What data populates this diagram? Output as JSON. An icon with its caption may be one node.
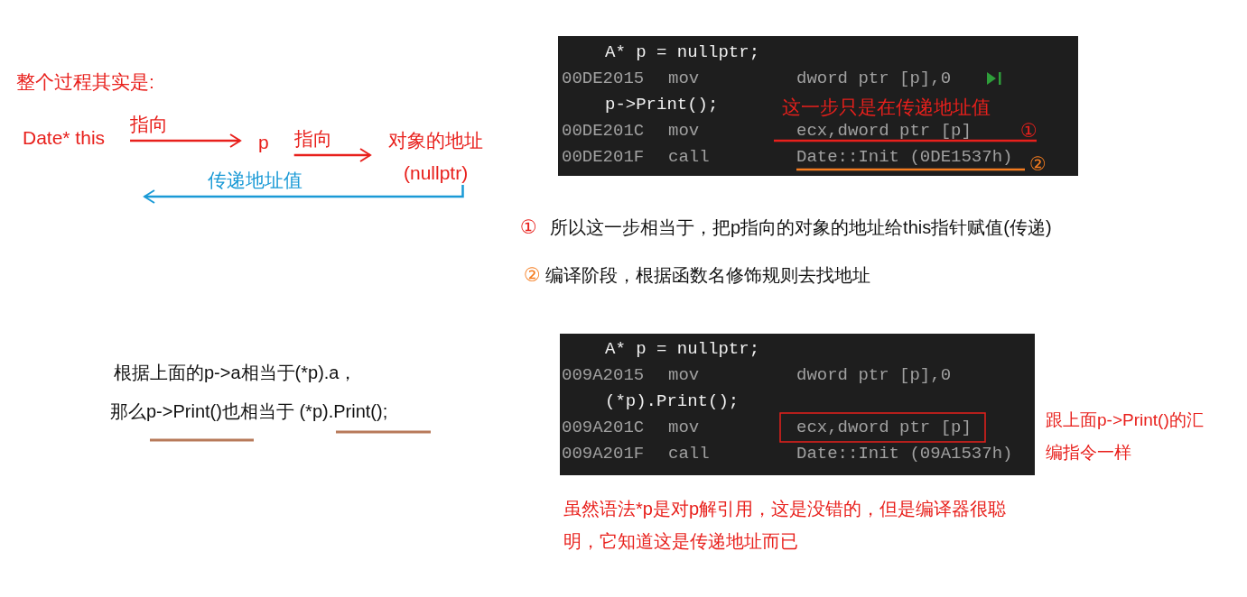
{
  "diagram": {
    "nodes": [
      {
        "text": [
          "Date* this"
        ]
      },
      {
        "text": [
          "p"
        ]
      },
      {
        "text": [
          "对象的地址"
        ],
        "beside": [
          "(nullptr)"
        ]
      }
    ],
    "edges": [
      {
        "from": 0,
        "to": 1,
        "arrow": "to",
        "label": "指向"
      },
      {
        "from": 1,
        "to": 2,
        "arrow": "to",
        "label": "指向"
      },
      {
        "from": 2,
        "to": null,
        "arrow": "to",
        "label": "传递地址值",
        "color": "#1a9ad6"
      }
    ],
    "labels": [
      "整个过程其实是:",
      "A* p = nullptr;",
      "00DE2015",
      "mov",
      "dword ptr [p],0",
      "p->Print();",
      "00DE201C",
      "mov",
      "ecx,dword ptr [p]",
      "00DE201F",
      "call",
      "Date::Init (0DE1537h)",
      "这一步只是在传递地址值",
      "①",
      "②",
      "①",
      "所以这一步相当于，把p指向的对象的地址给this指针赋值(传递)",
      "②",
      "编译阶段，根据函数名修饰规则去找地址",
      "根据上面的p->a相当于(*p).a，",
      "那么p->Print()也相当于 (*p).Print();",
      "A* p = nullptr;",
      "009A2015",
      "mov",
      "dword ptr [p],0",
      "(*p).Print();",
      "009A201C",
      "mov",
      "ecx,dword ptr [p]",
      "009A201F",
      "call",
      "Date::Init (09A1537h)",
      "跟上面p->Print()的汇编指令一样",
      "虽然语法*p是对p解引用，这是没错的，但是编译器很聪明，它知道这是传递地址而已"
    ]
  }
}
